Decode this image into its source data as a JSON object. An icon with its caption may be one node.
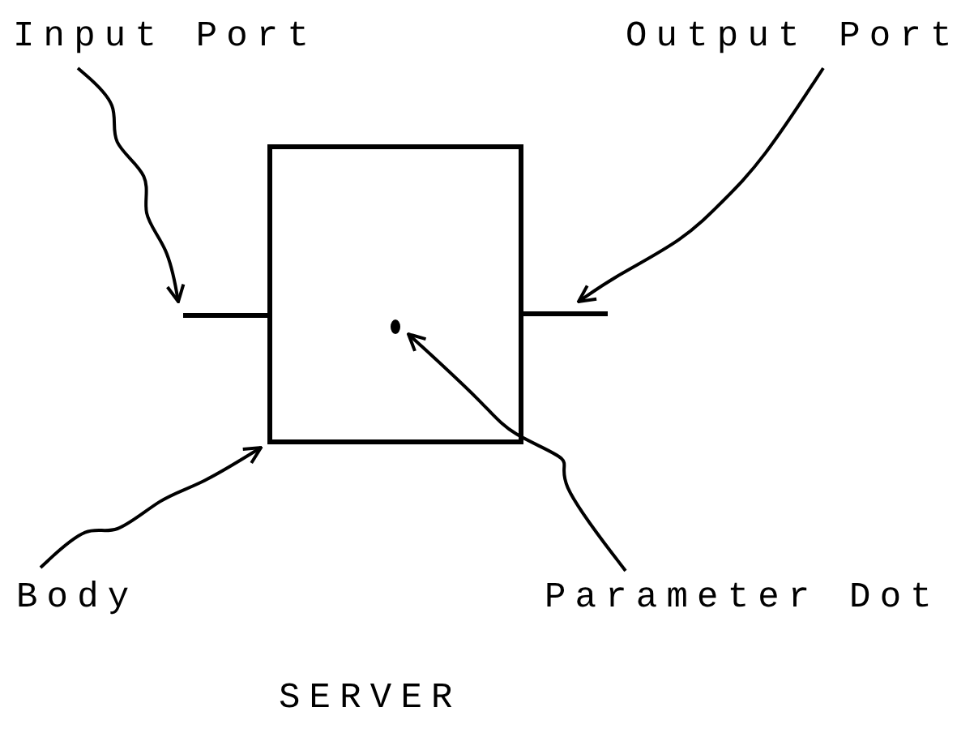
{
  "diagram": {
    "caption": "SERVER",
    "nodes": [
      {
        "text": [
          "Input Port"
        ]
      },
      {
        "text": [
          "Output Port"
        ]
      },
      {
        "text": [],
        "shape": "box"
      },
      {
        "text": [],
        "shape": "bar"
      },
      {
        "text": [],
        "shape": "bar"
      },
      {
        "text": [],
        "shape": "circle",
        "in": 2
      },
      {
        "text": [
          "Body"
        ]
      },
      {
        "text": [
          "Parameter Dot"
        ]
      }
    ],
    "edges": [
      {
        "from": 0,
        "to": 3,
        "arrow": "to"
      },
      {
        "from": 1,
        "to": 4,
        "arrow": "to"
      },
      {
        "from": 6,
        "to": 2,
        "arrow": "to"
      },
      {
        "from": 7,
        "to": 5,
        "arrow": "to"
      }
    ]
  }
}
